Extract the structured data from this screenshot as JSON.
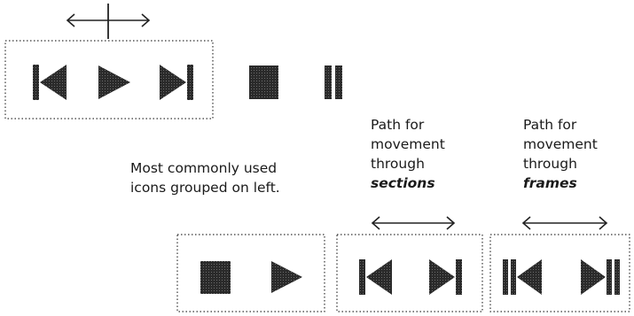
{
  "colors": {
    "icon": "#222222",
    "frame": "#333333",
    "text": "#1a1a1a",
    "background": "#ffffff"
  },
  "top_row": {
    "icons": [
      "skip-back-icon",
      "play-icon",
      "skip-forward-icon",
      "stop-icon",
      "pause-icon"
    ]
  },
  "caption_common": {
    "line1": "Most commonly used",
    "line2": "icons grouped on left."
  },
  "caption_sections": {
    "line1": "Path for",
    "line2": "movement",
    "line3": "through",
    "emphasis": "sections"
  },
  "caption_frames": {
    "line1": "Path for",
    "line2": "movement",
    "line3": "through",
    "emphasis": "frames"
  },
  "bottom_groups": [
    {
      "icons": [
        "stop-icon",
        "play-icon"
      ]
    },
    {
      "icons": [
        "skip-back-icon",
        "skip-forward-icon"
      ]
    },
    {
      "icons": [
        "frame-back-icon",
        "frame-forward-icon"
      ]
    }
  ]
}
